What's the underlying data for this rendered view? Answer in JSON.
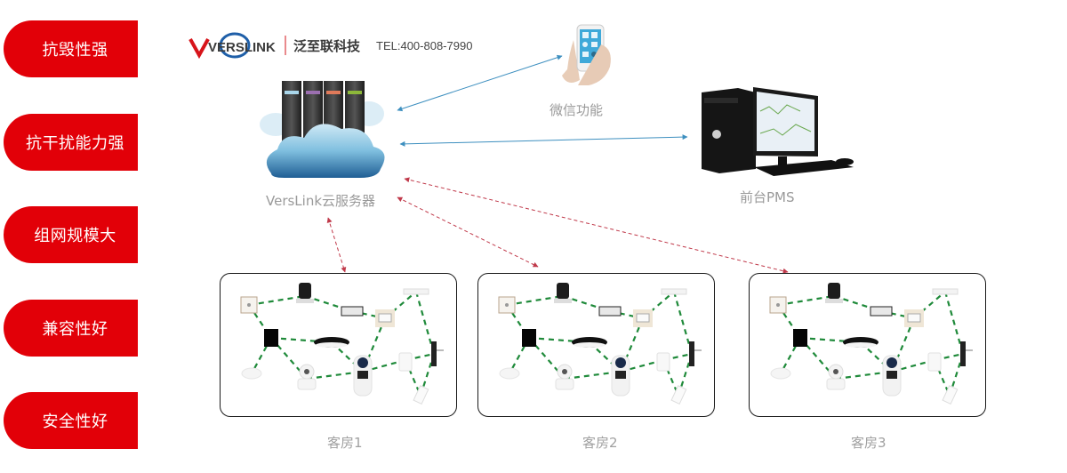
{
  "features": [
    {
      "label": "抗毁性强"
    },
    {
      "label": "抗干扰能力强"
    },
    {
      "label": "组网规模大"
    },
    {
      "label": "兼容性好"
    },
    {
      "label": "安全性好"
    }
  ],
  "header": {
    "logo_text": "VERSLINK",
    "company_name": "泛至联科技",
    "phone": "TEL:400-808-7990"
  },
  "nodes": {
    "server": {
      "label": "VersLink云服务器",
      "icon": "cloud-server-icon"
    },
    "wechat": {
      "label": "微信功能",
      "icon": "smartphone-icon"
    },
    "pms": {
      "label": "前台PMS",
      "icon": "desktop-computer-icon"
    }
  },
  "rooms": [
    {
      "label": "客房1"
    },
    {
      "label": "客房2"
    },
    {
      "label": "客房3"
    }
  ],
  "room_devices": [
    "wall-switch-icon",
    "water-valve-icon",
    "controller-module-icon",
    "power-module-icon",
    "ceiling-sensor-icon",
    "touch-panel-icon",
    "ir-remote-hub-icon",
    "smoke-detector-icon",
    "ip-camera-icon",
    "service-robot-icon",
    "smart-plug-icon",
    "door-lock-icon",
    "door-sensor-icon"
  ],
  "colors": {
    "accent_red": "#e20008",
    "link_blue": "#3d8fbf",
    "link_red": "#c0394a",
    "mesh_green": "#1f8a3a",
    "label_gray": "#9a9a9a"
  }
}
